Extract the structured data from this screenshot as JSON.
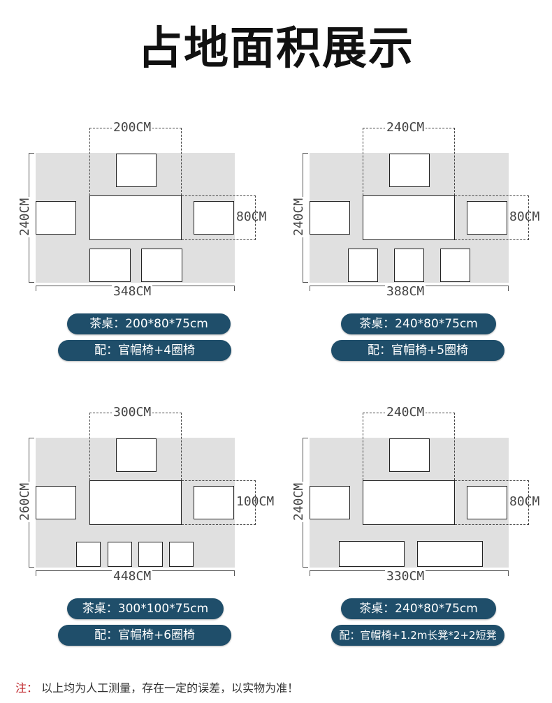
{
  "title": "占地面积展示",
  "panels": [
    {
      "table_width": "200CM",
      "depth": "80CM",
      "height": "240CM",
      "total_width": "348CM",
      "spec": "茶桌：200*80*75cm",
      "config": "配：官帽椅+4圈椅"
    },
    {
      "table_width": "240CM",
      "depth": "80CM",
      "height": "240CM",
      "total_width": "388CM",
      "spec": "茶桌：240*80*75cm",
      "config": "配：官帽椅+5圈椅"
    },
    {
      "table_width": "300CM",
      "depth": "100CM",
      "height": "260CM",
      "total_width": "448CM",
      "spec": "茶桌：300*100*75cm",
      "config": "配：官帽椅+6圈椅"
    },
    {
      "table_width": "240CM",
      "depth": "80CM",
      "height": "240CM",
      "total_width": "330CM",
      "spec": "茶桌：240*80*75cm",
      "config": "配：官帽椅+1.2m长凳*2+2短凳"
    }
  ],
  "note_label": "注：",
  "note_text": "以上均为人工测量，存在一定的误差，以实物为准！",
  "colors": {
    "pill": "#1f4e6a",
    "floor": "#e0e0e0",
    "note_label": "#c0282d"
  }
}
